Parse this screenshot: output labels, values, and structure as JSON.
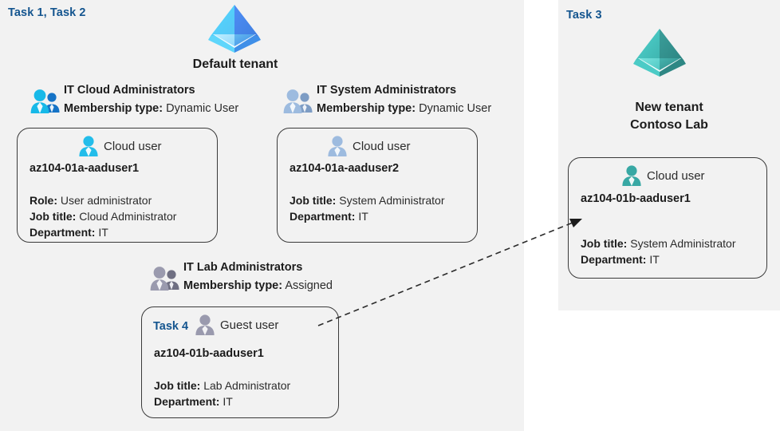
{
  "panels": {
    "left": {
      "task_label": "Task 1, Task 2"
    },
    "right": {
      "task_label": "Task 3"
    }
  },
  "tenants": [
    {
      "name_line1": "Default tenant",
      "name_line2": "",
      "icon": "entra-tenant-icon-blue",
      "color": "#3fa9f5"
    },
    {
      "name_line1": "New  tenant",
      "name_line2": "Contoso Lab",
      "icon": "entra-tenant-icon-teal",
      "color": "#3aada8"
    }
  ],
  "groups": [
    {
      "name": "IT Cloud Administrators",
      "membership_label": "Membership type:",
      "membership_value": "Dynamic User",
      "icon": "group-users-icon",
      "icon_variant": "bright-blue"
    },
    {
      "name": "IT System Administrators",
      "membership_label": "Membership type:",
      "membership_value": "Dynamic User",
      "icon": "group-users-icon",
      "icon_variant": "muted-blue"
    },
    {
      "name": "IT Lab Administrators",
      "membership_label": "Membership type:",
      "membership_value": "Assigned",
      "icon": "group-users-icon",
      "icon_variant": "gray"
    }
  ],
  "users": [
    {
      "task_tag": "",
      "user_type": "Cloud user",
      "icon": "cloud-user-icon",
      "icon_variant": "bright-blue",
      "name": "az104-01a-aaduser1",
      "attrs": [
        {
          "label": "Role:",
          "value": "User administrator"
        },
        {
          "label": "Job title:",
          "value": "Cloud Administrator"
        },
        {
          "label": "Department:",
          "value": "IT"
        }
      ]
    },
    {
      "task_tag": "",
      "user_type": "Cloud user",
      "icon": "cloud-user-icon",
      "icon_variant": "muted-blue",
      "name": "az104-01a-aaduser2",
      "attrs": [
        {
          "label": "Job title:",
          "value": "System Administrator"
        },
        {
          "label": "Department:",
          "value": "IT"
        }
      ]
    },
    {
      "task_tag": "Task 4",
      "user_type": "Guest user",
      "icon": "guest-user-icon",
      "icon_variant": "gray",
      "name": "az104-01b-aaduser1",
      "attrs": [
        {
          "label": "Job title:",
          "value": "Lab Administrator"
        },
        {
          "label": "Department:",
          "value": "IT"
        }
      ]
    },
    {
      "task_tag": "",
      "user_type": "Cloud user",
      "icon": "cloud-user-icon",
      "icon_variant": "teal",
      "name": "az104-01b-aaduser1",
      "attrs": [
        {
          "label": "Job title:",
          "value": "System Administrator"
        },
        {
          "label": "Department:",
          "value": "IT"
        }
      ]
    }
  ],
  "connector": {
    "name": "guest-invite-arrow",
    "style": "dashed-arrow",
    "color": "#2b2b2b",
    "from": "Task 4 guest user az104-01b-aaduser1",
    "to": "Contoso Lab cloud user az104-01b-aaduser1"
  },
  "colors": {
    "panel_bg": "#f2f2f2",
    "page_bg": "#ffffff",
    "task_label": "#14558f",
    "text": "#1c1c1c",
    "card_border": "#3a3a3a"
  }
}
